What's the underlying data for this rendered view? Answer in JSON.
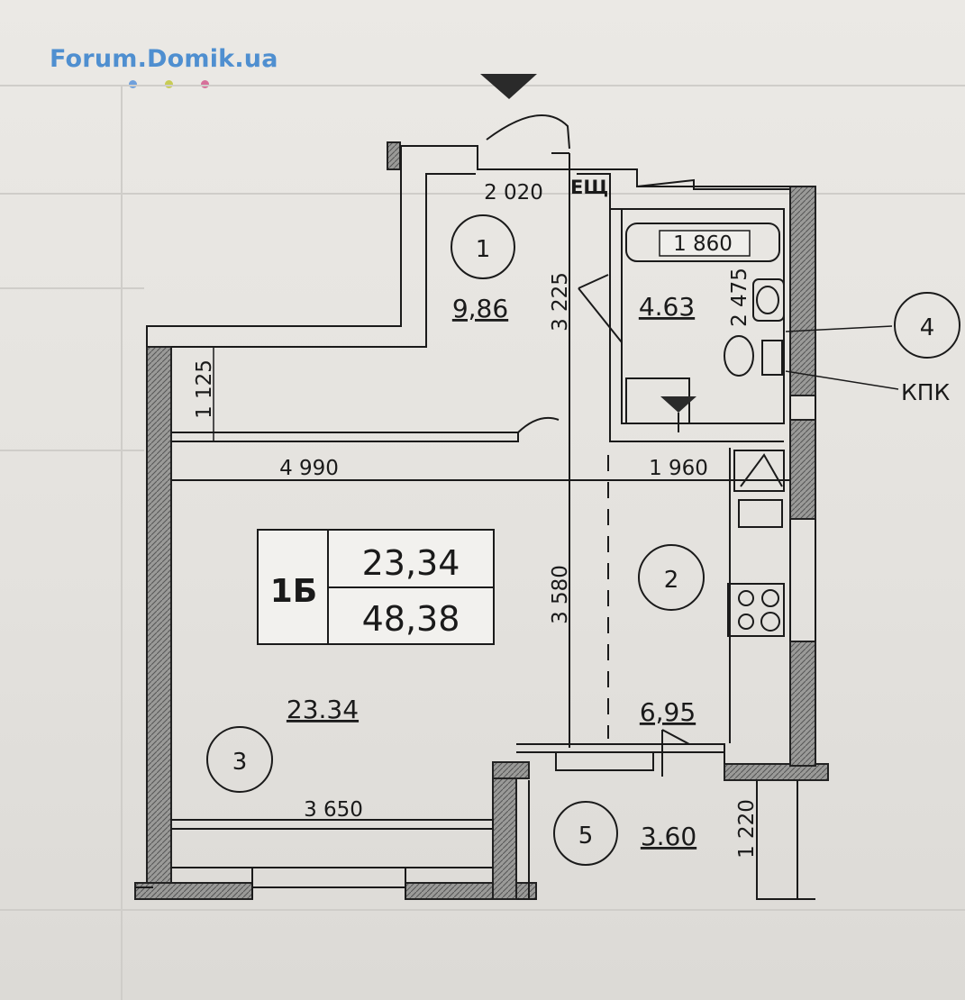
{
  "watermark": {
    "text": "Forum.Domik.ua",
    "dot_colors": [
      "#6fa0dc",
      "#c8cc55",
      "#d6709a"
    ]
  },
  "apartment": {
    "type_label": "1Б",
    "living_area": "23,34",
    "total_area": "48,38"
  },
  "rooms": [
    {
      "number": "1",
      "area": "9,86"
    },
    {
      "number": "2",
      "area": "6,95"
    },
    {
      "number": "3",
      "area": "23.34"
    },
    {
      "number": "4",
      "label": "КПК"
    },
    {
      "number": "5",
      "area": "3.60"
    },
    {
      "number": "",
      "area": "4.63"
    }
  ],
  "dimensions": {
    "d2020": "2 020",
    "d1860": "1 860",
    "d3225": "3 225",
    "d2475": "2 475",
    "d1125": "1 125",
    "d4990": "4 990",
    "d1960": "1 960",
    "d3580": "3 580",
    "d3650": "3 650",
    "d1220": "1 220"
  },
  "shaft_label": "ЕЩ",
  "colors": {
    "wall": "#8a8a88",
    "line": "#1a1a1a",
    "watermark": "#4f8fd0"
  }
}
